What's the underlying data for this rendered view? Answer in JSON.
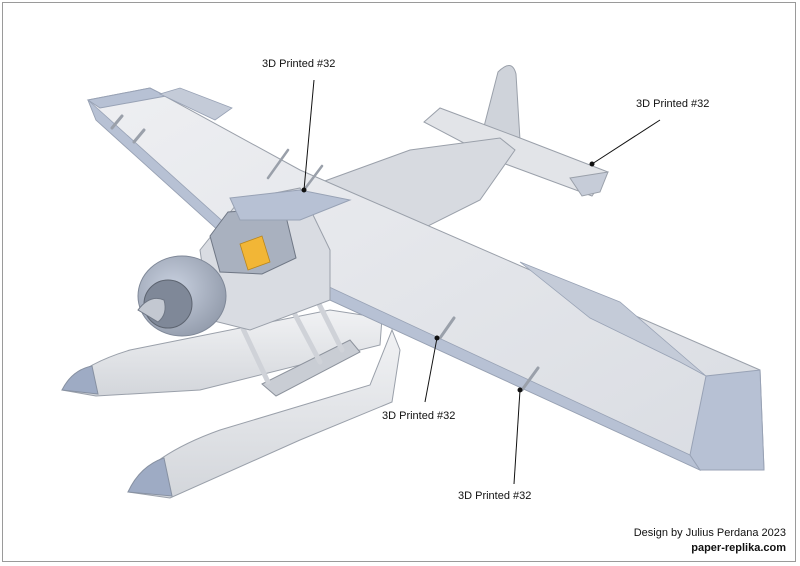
{
  "callouts": [
    {
      "id": "top-center",
      "label": "3D Printed #32"
    },
    {
      "id": "tail",
      "label": "3D Printed #32"
    },
    {
      "id": "wing-inner",
      "label": "3D Printed #32"
    },
    {
      "id": "wing-outer",
      "label": "3D Printed #32"
    }
  ],
  "credit": {
    "designer": "Design by Julius Perdana 2023",
    "website": "paper-replika.com"
  },
  "colors": {
    "body_light": "#e6e7ea",
    "body_blue": "#b7c1d4",
    "body_dark": "#8f98a8",
    "interior": "#f2b636"
  }
}
